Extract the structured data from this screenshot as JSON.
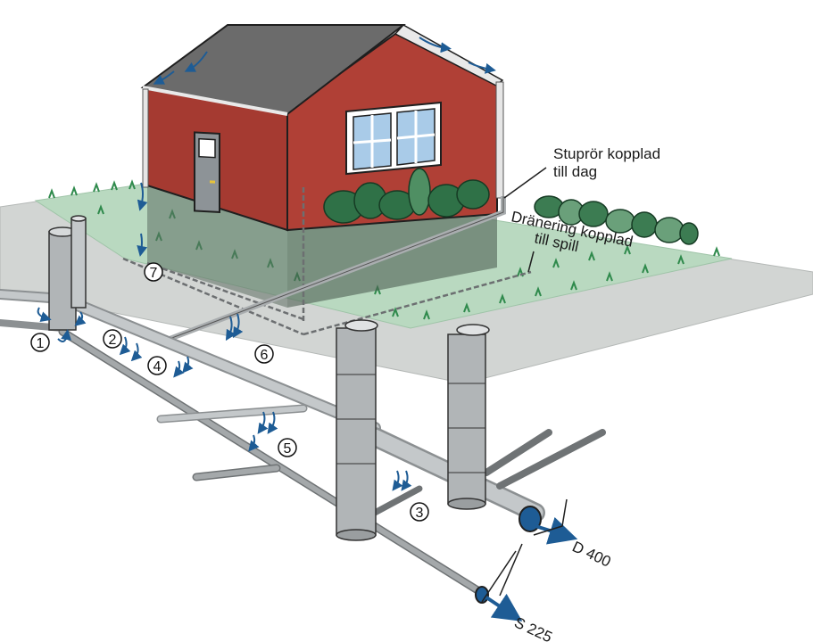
{
  "labels": {
    "downspout_line1": "Stuprör kopplad",
    "downspout_line2": "till dag",
    "drainage_line1": "Dränering kopplad",
    "drainage_line2": "till spill",
    "pipe_d400": "D 400",
    "pipe_s225": "S 225"
  },
  "markers": [
    "1",
    "2",
    "3",
    "4",
    "5",
    "6",
    "7"
  ],
  "colors": {
    "house_wall": "#b04036",
    "roof": "#6b6b6b",
    "ground": "#cfd3d0",
    "lawn": "#b9d9c0",
    "pipe": "#a9adaf",
    "water": "#1e5c95",
    "window_glass": "#a9cbe8"
  }
}
